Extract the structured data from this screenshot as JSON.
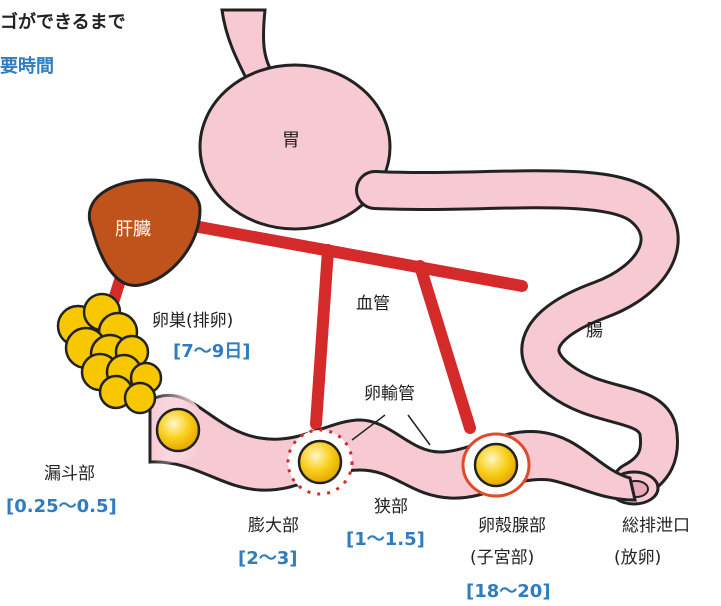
{
  "title": "ゴができるまで",
  "subtitle": "要時間",
  "organs": {
    "stomach": "胃",
    "liver": "肝臓",
    "blood_vessel": "血管",
    "intestine": "腸",
    "oviduct": "卵輸管"
  },
  "stages": {
    "ovary": {
      "label": "卵巣(排卵)",
      "time": "[7〜9日]"
    },
    "infundibulum": {
      "label": "漏斗部",
      "time": "[0.25〜0.5]"
    },
    "magnum": {
      "label": "膨大部",
      "time": "[2〜3]"
    },
    "isthmus": {
      "label": "狭部",
      "time": "[1〜1.5]"
    },
    "shell_gland": {
      "label": "卵殻腺部",
      "sub": "(子宮部)",
      "time": "[18〜20]"
    },
    "cloaca": {
      "label": "総排泄口",
      "sub": "(放卵)"
    }
  },
  "colors": {
    "organ_pink": "#f7c9d3",
    "outline": "#222222",
    "vessel_red": "#d42a2a",
    "liver_brown": "#c0531c",
    "ovary_yellow": "#f7c700",
    "time_blue": "#2f7dbf"
  }
}
